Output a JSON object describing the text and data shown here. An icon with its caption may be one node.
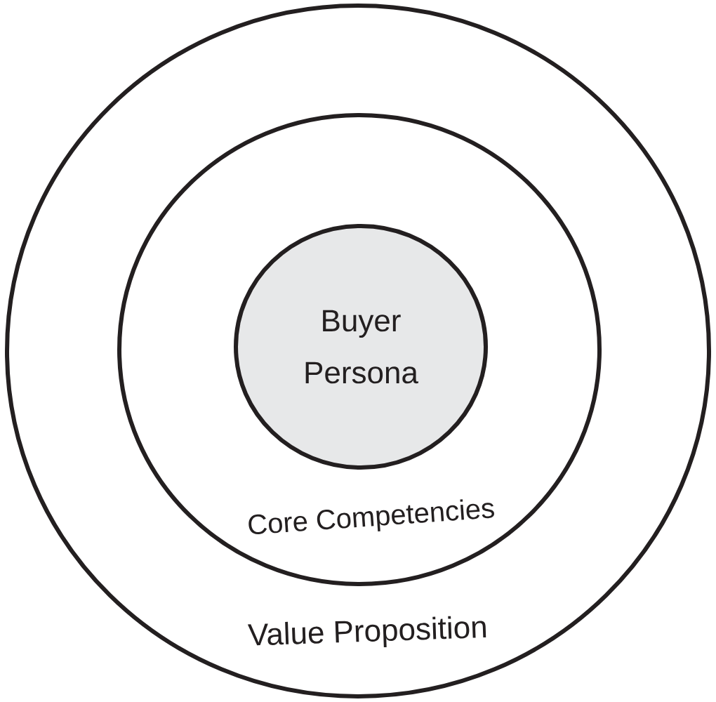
{
  "diagram": {
    "nodes": [
      {
        "text": [
          "Value Proposition"
        ]
      },
      {
        "text": [
          "Core Competencies"
        ],
        "in": 0
      },
      {
        "text": [
          "Buyer Persona"
        ],
        "in": 1
      }
    ]
  }
}
